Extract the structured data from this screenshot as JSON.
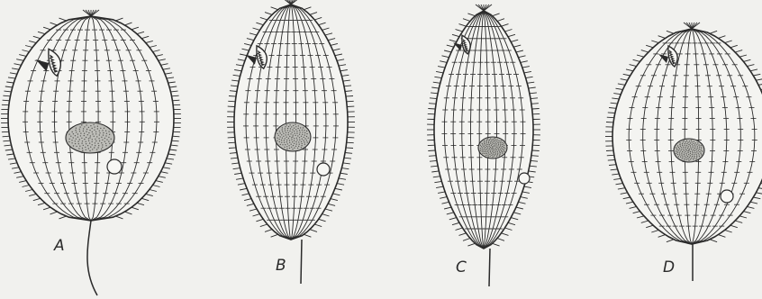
{
  "figure": {
    "background": "#f1f1ee",
    "ink": "#2a2a2a",
    "specimens": [
      {
        "label": "A",
        "tail": "long-curved"
      },
      {
        "label": "B",
        "tail": "short-straight"
      },
      {
        "label": "C",
        "tail": "short-straight"
      },
      {
        "label": "D",
        "tail": "short-straight"
      }
    ]
  }
}
